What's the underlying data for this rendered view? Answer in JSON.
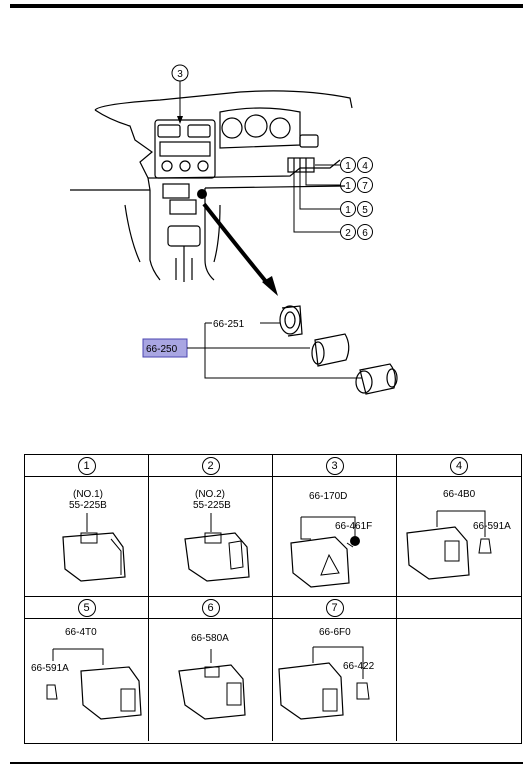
{
  "diagram": {
    "callout_3": "3",
    "callout_refs": [
      {
        "a": "1",
        "b": "4"
      },
      {
        "a": "1",
        "b": "7"
      },
      {
        "a": "1",
        "b": "5"
      },
      {
        "a": "2",
        "b": "6"
      }
    ],
    "part_66_251": "66-251",
    "part_66_250": "66-250",
    "highlight_color": "#a9a6e2"
  },
  "table": {
    "headers": [
      "1",
      "2",
      "3",
      "4",
      "5",
      "6",
      "7",
      ""
    ],
    "cells": [
      {
        "labels": [
          "(NO.1)",
          "55-225B"
        ]
      },
      {
        "labels": [
          "(NO.2)",
          "55-225B"
        ]
      },
      {
        "labels": [
          "66-170D",
          "66-461F"
        ]
      },
      {
        "labels": [
          "66-4B0",
          "66-591A"
        ]
      },
      {
        "labels": [
          "66-4T0",
          "66-591A"
        ]
      },
      {
        "labels": [
          "66-580A"
        ]
      },
      {
        "labels": [
          "66-6F0",
          "66-422"
        ]
      },
      {
        "labels": []
      }
    ]
  }
}
